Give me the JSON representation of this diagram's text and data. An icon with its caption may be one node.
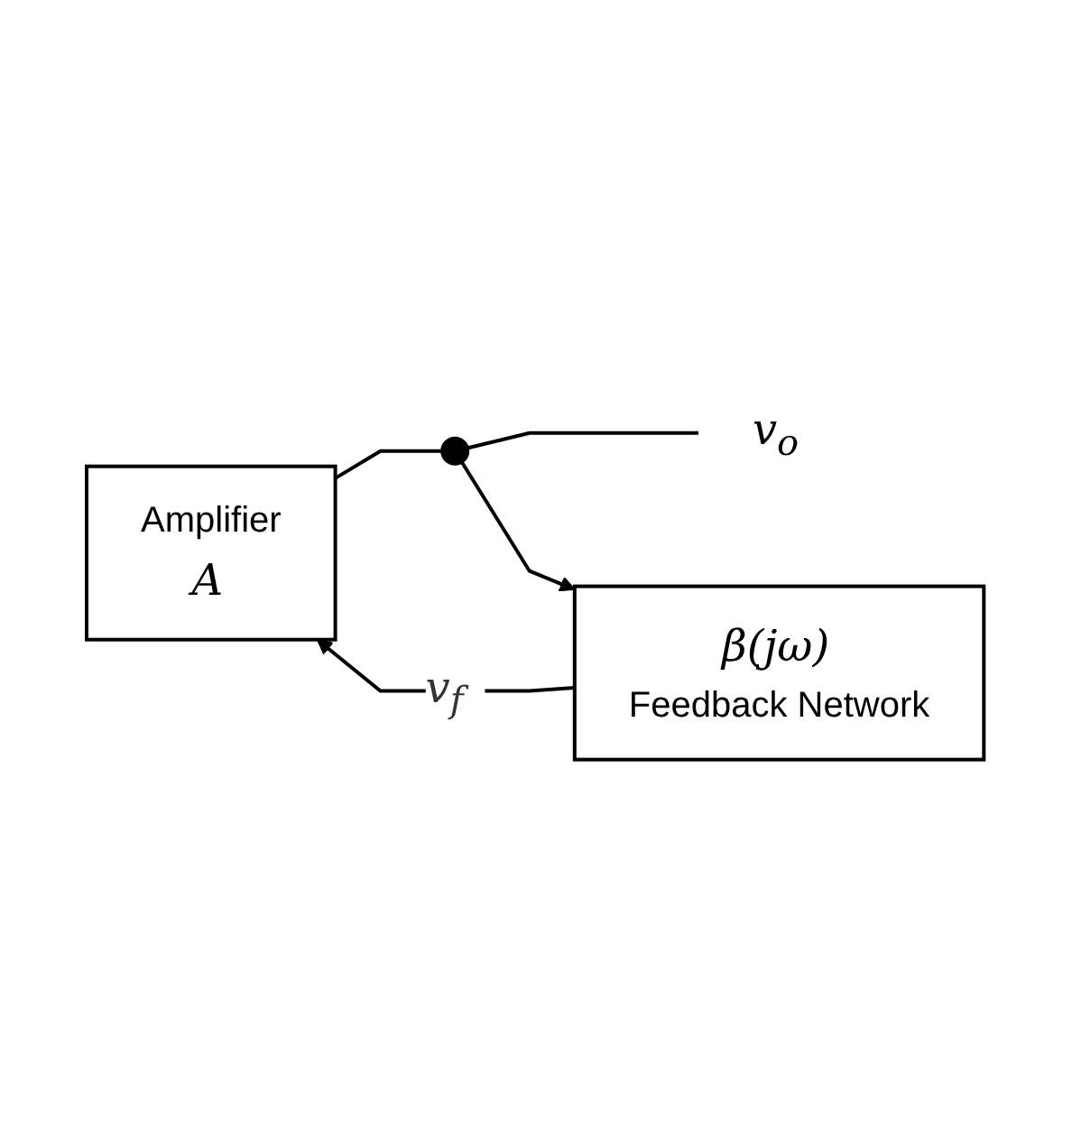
{
  "diagram": {
    "nodes": [
      {
        "text": [
          "Amplifier",
          "A"
        ]
      },
      {
        "text": [],
        "shape": "circle"
      },
      {
        "text": [
          "v$_{o}$"
        ]
      },
      {
        "text": [
          "β(jω)",
          "Feedback Network"
        ]
      }
    ],
    "edges": [
      {
        "from": 0,
        "to": 1,
        "arrow": "none"
      },
      {
        "from": 1,
        "to": 2,
        "arrow": "none"
      },
      {
        "from": 1,
        "to": 3,
        "arrow": "to"
      },
      {
        "from": 3,
        "to": 0,
        "arrow": "to",
        "label": "v$_{f}$"
      }
    ]
  }
}
